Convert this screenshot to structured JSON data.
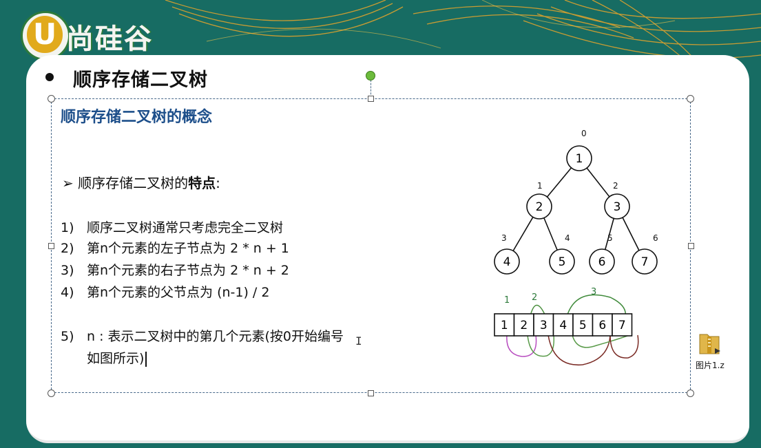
{
  "slide": {
    "logo_text": "尚硅谷",
    "logo_letter": "U",
    "title": "顺序存储二叉树",
    "subtitle": "顺序存储二叉树的概念",
    "feature_prefix": "顺序存储二叉树的",
    "feature_bold": "特点",
    "feature_suffix": ":",
    "items": [
      {
        "num": "1)",
        "text": "顺序二叉树通常只考虑完全二叉树"
      },
      {
        "num": "2)",
        "text": "第n个元素的左子节点为  2 * n + 1"
      },
      {
        "num": "3)",
        "text": "第n个元素的右子节点为  2 * n + 2"
      },
      {
        "num": "4)",
        "text": "第n个元素的父节点为  (n-1) / 2"
      },
      {
        "num": "5)",
        "text": "n : 表示二叉树中的第几个元素(按0开始编号"
      },
      {
        "num": "",
        "text": "如图所示)"
      }
    ]
  },
  "figure": {
    "nodes": [
      "1",
      "2",
      "3",
      "4",
      "5",
      "6",
      "7"
    ],
    "index_labels": [
      "0",
      "1",
      "2",
      "3",
      "4",
      "5",
      "6"
    ],
    "array_cells": [
      "1",
      "2",
      "3",
      "4",
      "5",
      "6",
      "7"
    ],
    "arc_labels": [
      "1",
      "2",
      "3"
    ]
  },
  "desktop": {
    "file_label": "图片1.z"
  },
  "colors": {
    "teal_bg": "#1a7068",
    "accent_orange": "#e7a21c",
    "title_blue": "#1c4e8a",
    "handle_green": "#6cbb3c"
  }
}
